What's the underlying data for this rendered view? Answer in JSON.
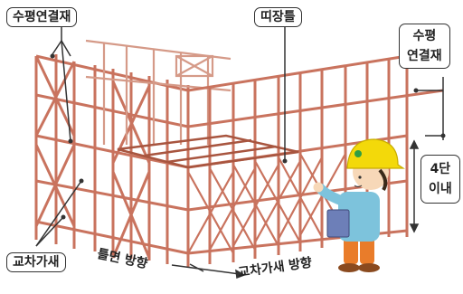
{
  "labels": {
    "top_left": "수평연결재",
    "top_center": "띠장틀",
    "right_line1": "수평",
    "right_line2": "연결재",
    "height_line1": "4단",
    "height_line2": "이내",
    "bottom_left": "교차가새",
    "direction_frame": "틀면 방향",
    "direction_cross": "교차가새 방향"
  },
  "colors": {
    "frame": "#c9735e",
    "frame_dark": "#a8553f",
    "leader": "#333333",
    "helmet": "#f3d90a",
    "shirt": "#7dc3dc",
    "pants": "#e97c2a",
    "book": "#6d7fb8",
    "skin": "#f7d8b8"
  }
}
